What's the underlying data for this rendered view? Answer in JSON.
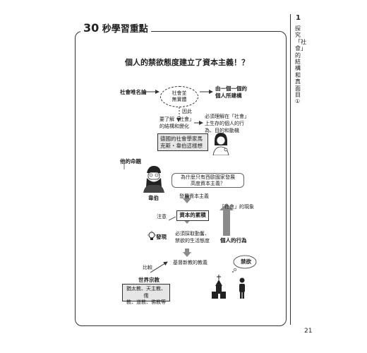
{
  "header": {
    "num": "30",
    "label": "秒學習重點"
  },
  "side": {
    "chapter_num": "1",
    "chapter_title": "探究「社會」的結構和真面目①"
  },
  "page_number": "21",
  "main": {
    "title": "個人的禁欲態度建立了資本主義！？",
    "nominalism": "社會唯名論",
    "ellipse_text": "社會並\n無實體",
    "individuals": "由一個一個的\n個人所建構",
    "because": "因此",
    "understand": "要了解「社會」\n的結構和變化",
    "must_understand": "必須理解在「社會」\n上生存的個人的行\n為、目的和動機",
    "sociologist": "德國的社會學家馬\n克斯・韋伯這樣想",
    "proposition": "他的命題",
    "question": "為什麼只有西歐國家發展\n高度資本主義？",
    "weber": "韋伯",
    "capitalism_develops": "發展資本主義",
    "attention": "注意",
    "accumulation": "資本的累積",
    "social_phenomenon": "「社會」的現象",
    "discovery": "發現",
    "attitude": "必須採取勤奮、\n禁欲的生活態度",
    "individual_behavior": "個人的行為",
    "compare": "比較",
    "protestant": "基督新教的教義",
    "asceticism": "禁欲",
    "world_religions": "世界宗教",
    "religions_list": "猶太教、天主教、儒\n教、道教、佛教等"
  },
  "colors": {
    "line": "#333333",
    "shade": "#e6e6e6",
    "arrow_fill": "#8a8a8a"
  },
  "icons": [
    "lightbulb-icon",
    "weber-portrait-icon",
    "woman-thinking-icon",
    "church-icon",
    "person-icon",
    "thought-bubble-icon"
  ]
}
